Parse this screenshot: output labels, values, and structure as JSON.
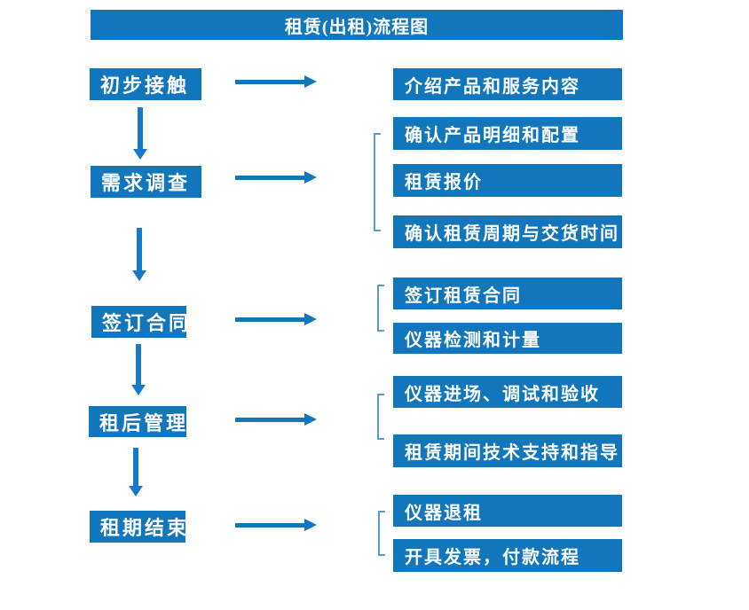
{
  "title": "租赁(出租)流程图",
  "colors": {
    "box_blue": "#1176bc",
    "down_arrow_blue": "#1779c9",
    "bracket_blue": "#5b9bd5",
    "text_color": "#ffffff",
    "background": "#ffffff"
  },
  "stages": [
    {
      "label": "初步接触",
      "details": [
        "介绍产品和服务内容"
      ]
    },
    {
      "label": "需求调查",
      "details": [
        "确认产品明细和配置",
        "租赁报价",
        "确认租赁周期与交货时间"
      ]
    },
    {
      "label": "签订合同",
      "details": [
        "签订租赁合同",
        "仪器检测和计量"
      ]
    },
    {
      "label": "租后管理",
      "details": [
        "仪器进场、调试和验收",
        "租赁期间技术支持和指导"
      ]
    },
    {
      "label": "租期结束",
      "details": [
        "仪器退租",
        "开具发票，付款流程"
      ]
    }
  ]
}
